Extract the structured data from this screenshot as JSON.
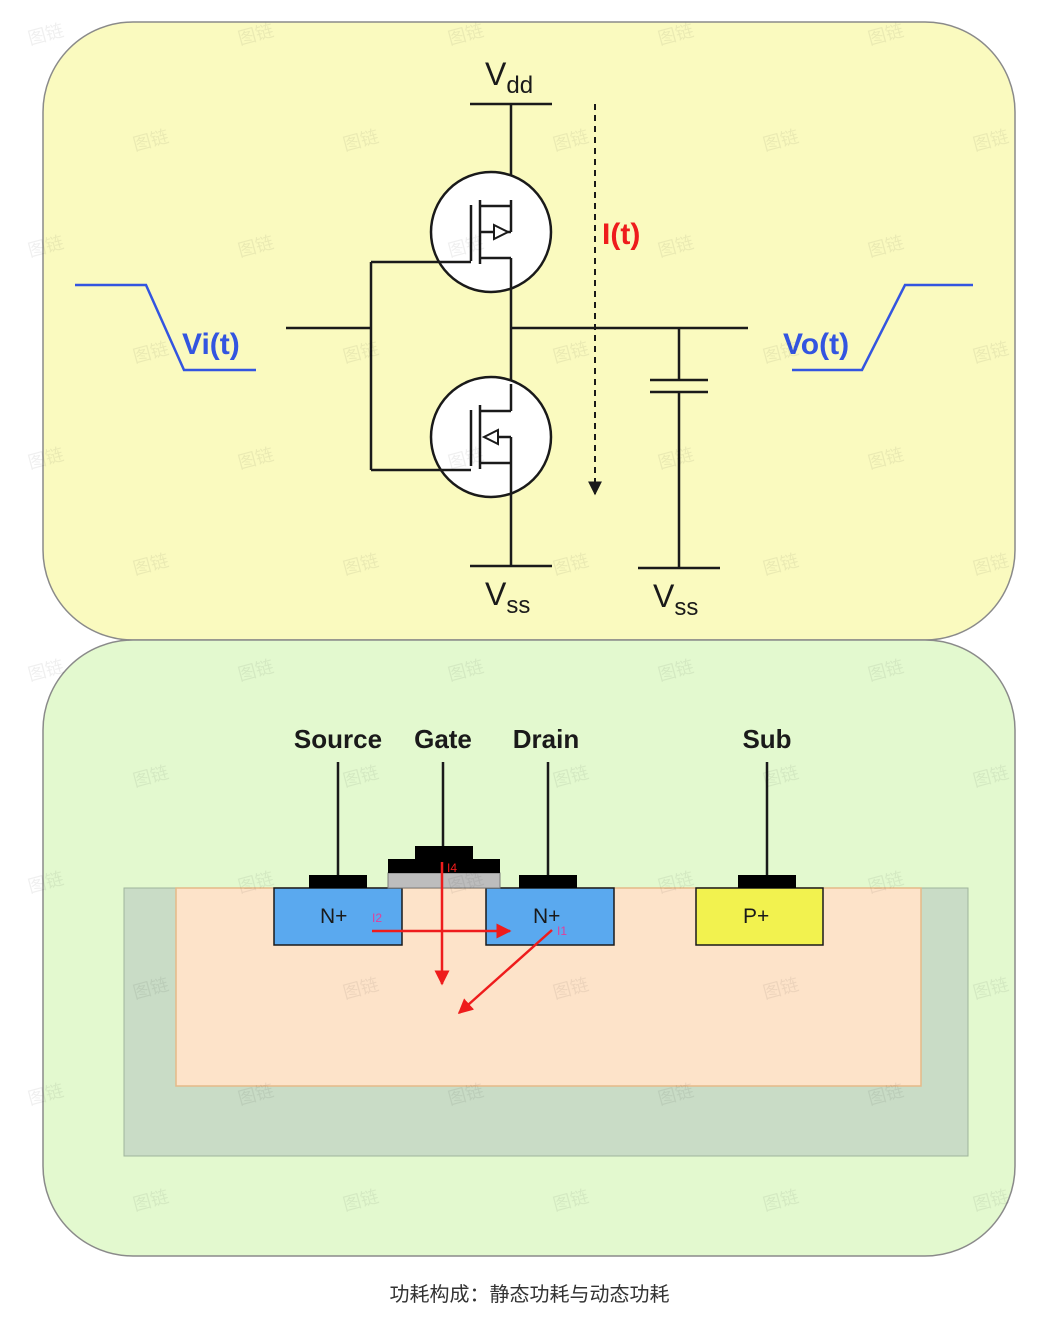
{
  "colors": {
    "top_panel": "#fafabf",
    "bottom_panel": "#e3f9cf",
    "panel_border": "#8a8a8a",
    "wire": "#1a1a1a",
    "signal": "#3355e0",
    "current": "#ee1c1c",
    "outer_well": "#c9dcc6",
    "substrate": "#fde3c9",
    "n_region": "#5aa9ef",
    "p_region": "#f2f24f",
    "contact": "#000000",
    "oxide": "#bdbdbd"
  },
  "circuit": {
    "vdd": {
      "base": "V",
      "sub": "dd"
    },
    "vss_left": {
      "base": "V",
      "sub": "ss"
    },
    "vss_right": {
      "base": "V",
      "sub": "ss"
    },
    "current_label": "I(t)",
    "input_label": "Vi(t)",
    "output_label": "Vo(t)"
  },
  "mos": {
    "terminals": {
      "source": "Source",
      "gate": "Gate",
      "drain": "Drain",
      "sub": "Sub"
    },
    "regions": {
      "n_source": "N+",
      "n_drain": "N+",
      "p_sub": "P+"
    },
    "currents": {
      "i1": "I1",
      "i2": "I2",
      "i4": "I4"
    }
  },
  "watermark": "图链",
  "caption": "功耗构成：静态功耗与动态功耗"
}
